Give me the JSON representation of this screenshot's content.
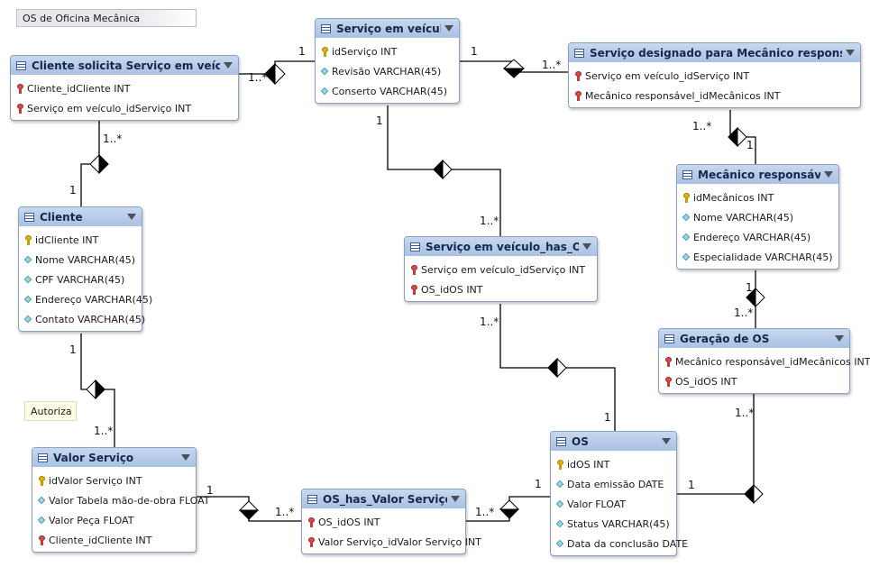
{
  "diagram_title": "OS de Oficina Mecânica",
  "note": "Autoriza",
  "tables": {
    "cliente_solicita": {
      "name": "Cliente solicita Serviço em veículo",
      "columns": [
        {
          "icon": "fk",
          "text": "Cliente_idCliente INT"
        },
        {
          "icon": "fk",
          "text": "Serviço em veículo_idServiço INT"
        }
      ]
    },
    "servico_veiculo": {
      "name": "Serviço em veículo",
      "columns": [
        {
          "icon": "pk",
          "text": "idServiço INT"
        },
        {
          "icon": "col",
          "text": "Revisão VARCHAR(45)"
        },
        {
          "icon": "col",
          "text": "Conserto VARCHAR(45)"
        }
      ]
    },
    "servico_designado": {
      "name": "Serviço designado para Mecânico responsável",
      "columns": [
        {
          "icon": "fk",
          "text": "Serviço em veículo_idServiço INT"
        },
        {
          "icon": "fk",
          "text": "Mecânico responsável_idMecânicos INT"
        }
      ]
    },
    "mecanico": {
      "name": "Mecânico responsável",
      "columns": [
        {
          "icon": "pk",
          "text": "idMecânicos INT"
        },
        {
          "icon": "col",
          "text": "Nome VARCHAR(45)"
        },
        {
          "icon": "col",
          "text": "Endereço VARCHAR(45)"
        },
        {
          "icon": "col",
          "text": "Especialidade VARCHAR(45)"
        }
      ]
    },
    "cliente": {
      "name": "Cliente",
      "columns": [
        {
          "icon": "pk",
          "text": "idCliente INT"
        },
        {
          "icon": "col",
          "text": "Nome VARCHAR(45)"
        },
        {
          "icon": "col",
          "text": "CPF VARCHAR(45)"
        },
        {
          "icon": "col",
          "text": "Endereço VARCHAR(45)"
        },
        {
          "icon": "col",
          "text": "Contato VARCHAR(45)"
        }
      ]
    },
    "servico_has_os": {
      "name": "Serviço em veículo_has_OS",
      "columns": [
        {
          "icon": "fk",
          "text": "Serviço em veículo_idServiço INT"
        },
        {
          "icon": "fk",
          "text": "OS_idOS INT"
        }
      ]
    },
    "geracao_os": {
      "name": "Geração de OS",
      "columns": [
        {
          "icon": "fk",
          "text": "Mecânico responsável_idMecânicos INT"
        },
        {
          "icon": "fk",
          "text": "OS_idOS INT"
        }
      ]
    },
    "valor_servico": {
      "name": "Valor Serviço",
      "columns": [
        {
          "icon": "pk",
          "text": "idValor Serviço INT"
        },
        {
          "icon": "col",
          "text": "Valor Tabela mão-de-obra FLOAT"
        },
        {
          "icon": "col",
          "text": "Valor Peça FLOAT"
        },
        {
          "icon": "fk",
          "text": "Cliente_idCliente INT"
        }
      ]
    },
    "os_has_valor": {
      "name": "OS_has_Valor Serviço",
      "columns": [
        {
          "icon": "fk",
          "text": "OS_idOS INT"
        },
        {
          "icon": "fk",
          "text": "Valor Serviço_idValor Serviço INT"
        }
      ]
    },
    "os": {
      "name": "OS",
      "columns": [
        {
          "icon": "pk",
          "text": "idOS INT"
        },
        {
          "icon": "col",
          "text": "Data emissão DATE"
        },
        {
          "icon": "col",
          "text": "Valor FLOAT"
        },
        {
          "icon": "col",
          "text": "Status VARCHAR(45)"
        },
        {
          "icon": "col",
          "text": "Data da conclusão DATE"
        }
      ]
    }
  },
  "cardinality_labels": [
    {
      "id": "sv-1-left",
      "text": "1"
    },
    {
      "id": "csv-many",
      "text": "1..*"
    },
    {
      "id": "sv-1-right",
      "text": "1"
    },
    {
      "id": "sdm-many-top",
      "text": "1..*"
    },
    {
      "id": "csv-many-bottom",
      "text": "1..*"
    },
    {
      "id": "cliente-1-top",
      "text": "1"
    },
    {
      "id": "sdm-many-bottom",
      "text": "1..*"
    },
    {
      "id": "mec-1-top",
      "text": "1"
    },
    {
      "id": "sv-1-bottom",
      "text": "1"
    },
    {
      "id": "sho-many-top",
      "text": "1..*"
    },
    {
      "id": "mec-1-bottom",
      "text": "1"
    },
    {
      "id": "geracao-many-top",
      "text": "1..*"
    },
    {
      "id": "sho-many-bottom",
      "text": "1..*"
    },
    {
      "id": "cliente-1-bottom",
      "text": "1"
    },
    {
      "id": "geracao-many-bottom",
      "text": "1..*"
    },
    {
      "id": "vs-many-top",
      "text": "1..*"
    },
    {
      "id": "os-1-top",
      "text": "1"
    },
    {
      "id": "vs-1-right",
      "text": "1"
    },
    {
      "id": "ohv-many-left",
      "text": "1..*"
    },
    {
      "id": "os-1-left",
      "text": "1"
    },
    {
      "id": "ohv-many-right",
      "text": "1..*"
    },
    {
      "id": "os-1-right",
      "text": "1"
    }
  ]
}
